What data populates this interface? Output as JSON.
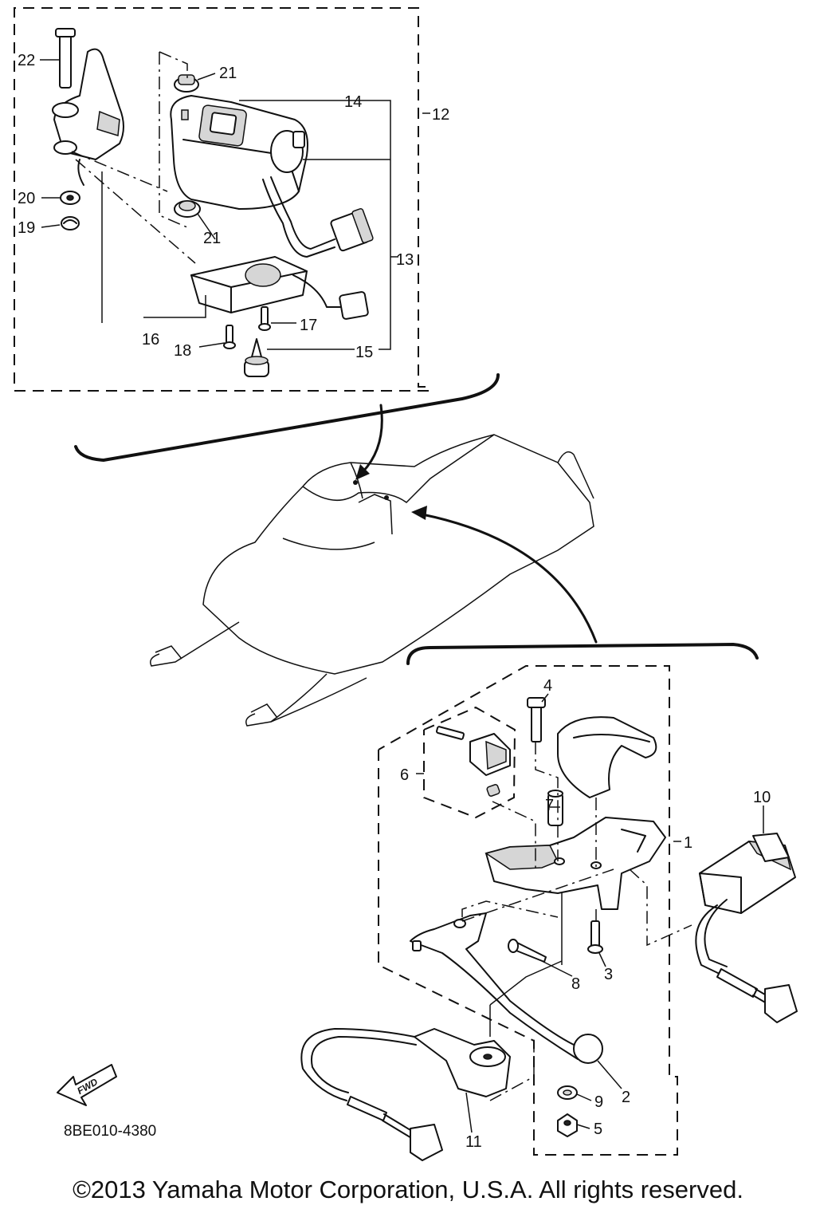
{
  "callouts": {
    "c1": "1",
    "c2": "2",
    "c3": "3",
    "c4": "4",
    "c5": "5",
    "c6": "6",
    "c7": "7",
    "c8": "8",
    "c9": "9",
    "c10": "10",
    "c11": "11",
    "c12": "12",
    "c13": "13",
    "c14": "14",
    "c15": "15",
    "c16": "16",
    "c17": "17",
    "c18": "18",
    "c19": "19",
    "c20": "20",
    "c21a": "21",
    "c21b": "21",
    "c22": "22"
  },
  "fwd_label": "FWD",
  "drawing_code": "8BE010-4380",
  "copyright": "©2013 Yamaha Motor Corporation, U.S.A. All rights reserved."
}
